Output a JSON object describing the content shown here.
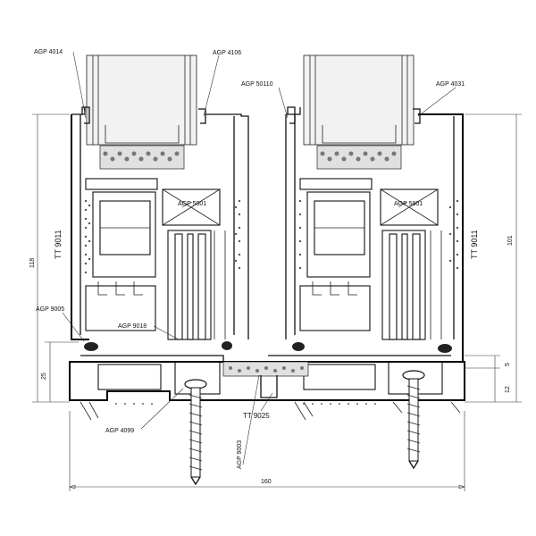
{
  "labels": {
    "agp_4014": "AGP 4014",
    "agp_4106": "AGP 4106",
    "agp_50110": "AGP 50110",
    "agp_4031": "AGP 4031",
    "agp_5801_left": "AGP 5801",
    "agp_5801_right": "AGP 5801",
    "tt_9011_left": "TT 9011",
    "tt_9011_right": "TT 9011",
    "agp_9005": "AGP 9005",
    "agp_9018": "AGP 9018",
    "agp_4099": "AGP 4099",
    "agp_9003": "AGP 9003",
    "tt_9025": "TT 9025"
  },
  "dimensions": {
    "height_left": "118",
    "base_left": "25",
    "height_right": "101",
    "right_small_top": "5",
    "right_small_bottom": "12",
    "width_bottom": "160"
  }
}
